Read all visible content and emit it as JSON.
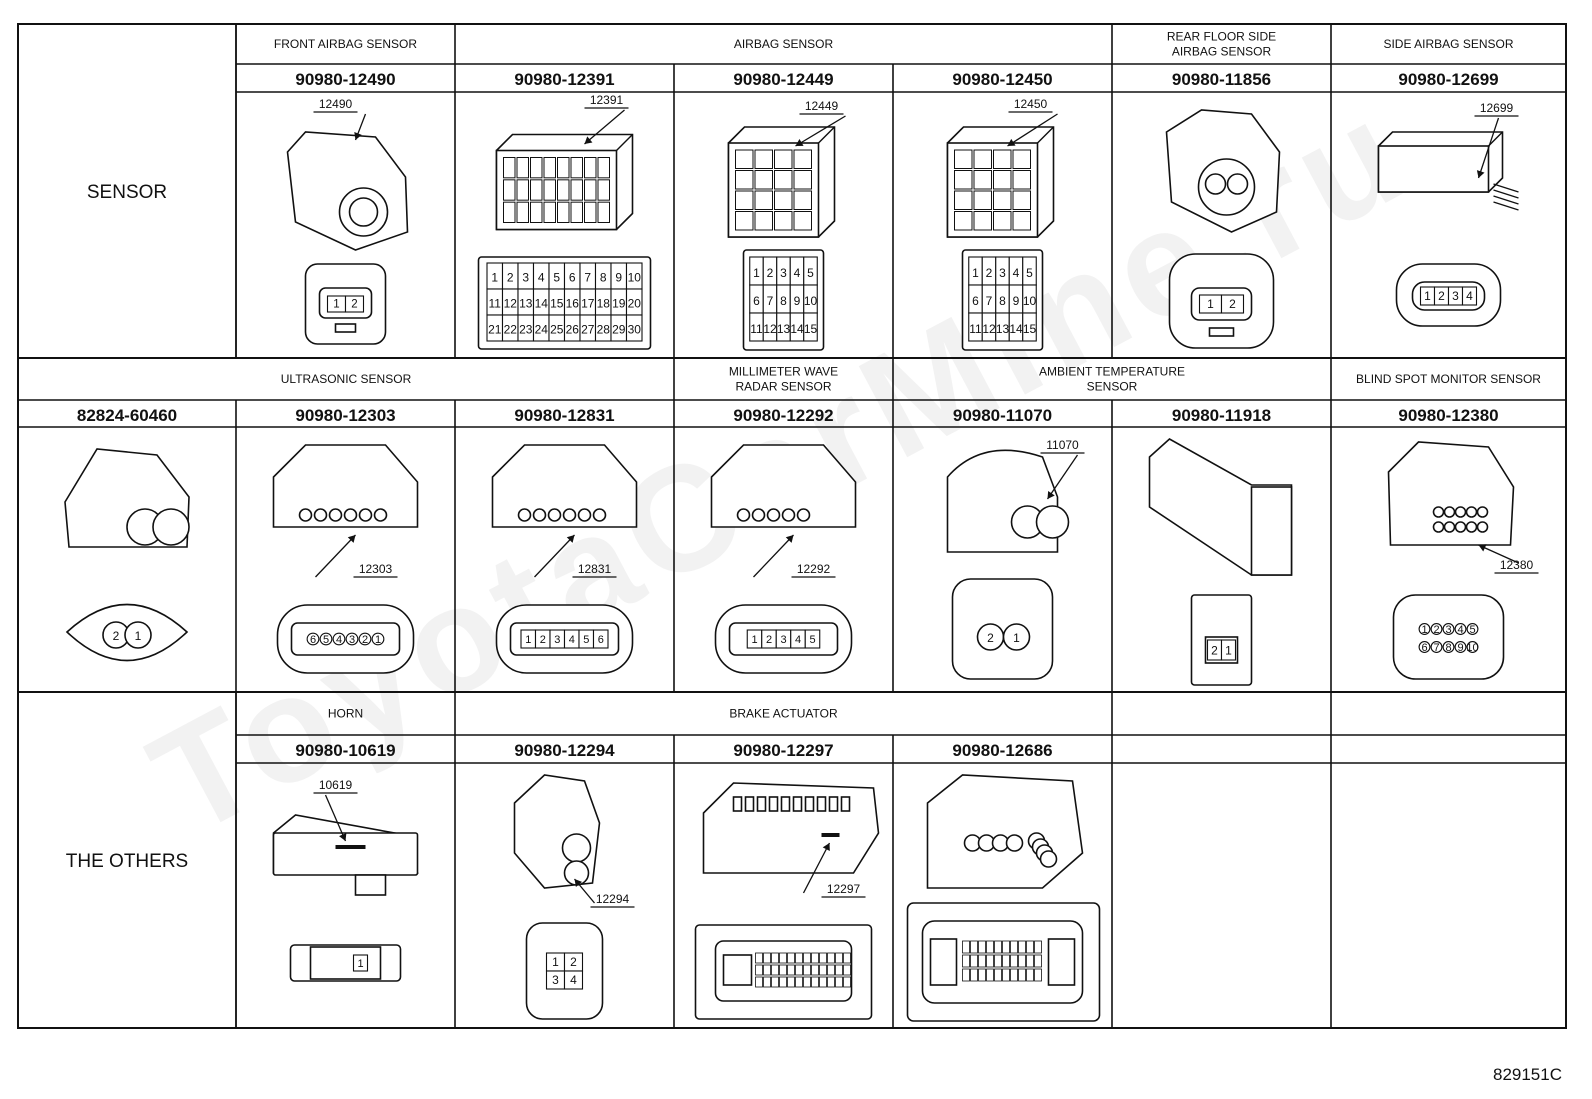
{
  "watermark": "ToyotaCarMine.ru",
  "doc_ref": "829151C",
  "sections": [
    {
      "label": "SENSOR",
      "groups": [
        {
          "label": "FRONT AIRBAG SENSOR",
          "span": 1
        },
        {
          "label": "AIRBAG SENSOR",
          "span": 3
        },
        {
          "label": "REAR FLOOR SIDE\nAIRBAG SENSOR",
          "span": 1
        },
        {
          "label": "SIDE AIRBAG SENSOR",
          "span": 1
        }
      ],
      "cells": [
        {
          "part": "90980-12490",
          "callout": "12490",
          "pins": [
            "1",
            "2"
          ]
        },
        {
          "part": "90980-12391",
          "callout": "12391",
          "pins": [
            "1",
            "2",
            "3",
            "4",
            "5",
            "6",
            "7",
            "8",
            "9",
            "10",
            "11",
            "12",
            "13",
            "14",
            "15",
            "16",
            "17",
            "18",
            "19",
            "20",
            "21",
            "22",
            "23",
            "24",
            "25",
            "26",
            "27",
            "28",
            "29",
            "30"
          ]
        },
        {
          "part": "90980-12449",
          "callout": "12449",
          "pins": [
            "1",
            "2",
            "3",
            "4",
            "5",
            "6",
            "7",
            "8",
            "9",
            "10",
            "11",
            "12",
            "13",
            "14",
            "15"
          ]
        },
        {
          "part": "90980-12450",
          "callout": "12450",
          "pins": [
            "1",
            "2",
            "3",
            "4",
            "5",
            "6",
            "7",
            "8",
            "9",
            "10",
            "11",
            "12",
            "13",
            "14",
            "15"
          ]
        },
        {
          "part": "90980-11856",
          "callout": "",
          "pins": [
            "1",
            "2"
          ]
        },
        {
          "part": "90980-12699",
          "callout": "12699",
          "pins": [
            "1",
            "2",
            "3",
            "4"
          ]
        }
      ]
    },
    {
      "label": "",
      "groups": [
        {
          "label": "ULTRASONIC SENSOR",
          "span": 3
        },
        {
          "label": "MILLIMETER WAVE\nRADAR SENSOR",
          "span": 1
        },
        {
          "label": "AMBIENT TEMPERATURE\nSENSOR",
          "span": 2
        },
        {
          "label": "BLIND SPOT MONITOR SENSOR",
          "span": 1
        }
      ],
      "cells": [
        {
          "part": "82824-60460",
          "callout": "",
          "pins": [
            "2",
            "1"
          ]
        },
        {
          "part": "90980-12303",
          "callout": "12303",
          "pins": [
            "6",
            "5",
            "4",
            "3",
            "2",
            "1"
          ]
        },
        {
          "part": "90980-12831",
          "callout": "12831",
          "pins": [
            "1",
            "2",
            "3",
            "4",
            "5",
            "6"
          ]
        },
        {
          "part": "90980-12292",
          "callout": "12292",
          "pins": [
            "1",
            "2",
            "3",
            "4",
            "5"
          ]
        },
        {
          "part": "90980-11070",
          "callout": "11070",
          "pins": [
            "2",
            "1"
          ]
        },
        {
          "part": "90980-11918",
          "callout": "",
          "pins": [
            "2",
            "1"
          ]
        },
        {
          "part": "90980-12380",
          "callout": "12380",
          "pins": [
            "1",
            "2",
            "3",
            "4",
            "5",
            "6",
            "7",
            "8",
            "9",
            "10"
          ]
        }
      ]
    },
    {
      "label": "THE OTHERS",
      "groups": [
        {
          "label": "HORN",
          "span": 1
        },
        {
          "label": "BRAKE ACTUATOR",
          "span": 3
        },
        {
          "label": "",
          "span": 1
        },
        {
          "label": "",
          "span": 1
        }
      ],
      "cells": [
        {
          "part": "90980-10619",
          "callout": "10619",
          "pins": [
            "1"
          ]
        },
        {
          "part": "90980-12294",
          "callout": "12294",
          "pins": [
            "1",
            "2",
            "3",
            "4"
          ]
        },
        {
          "part": "90980-12297",
          "callout": "12297",
          "pins": []
        },
        {
          "part": "90980-12686",
          "callout": "",
          "pins": []
        },
        {
          "part": "",
          "callout": "",
          "pins": []
        },
        {
          "part": "",
          "callout": "",
          "pins": []
        }
      ]
    }
  ]
}
